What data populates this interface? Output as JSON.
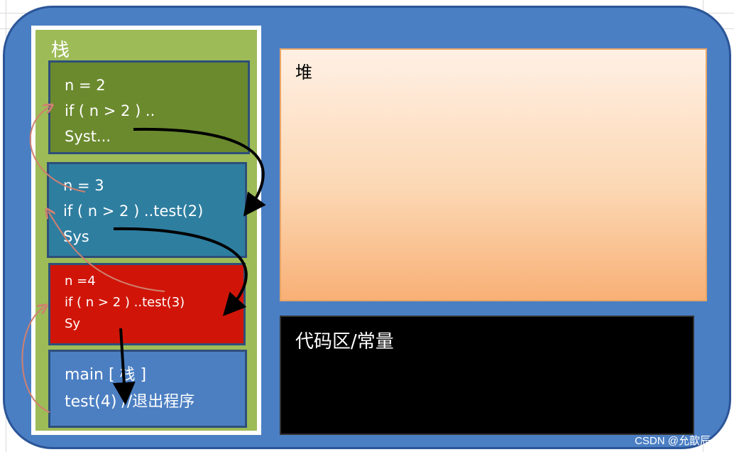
{
  "stack": {
    "label": "栈",
    "frames": [
      {
        "lines": [
          "n  = 2",
          "if ( n > 2 ) ..",
          "Syst..."
        ]
      },
      {
        "lines": [
          "n  = 3",
          "if ( n > 2 ) ..test(2)",
          "Sys"
        ]
      },
      {
        "lines": [
          "n  =4",
          "if ( n > 2 ) ..test(3)",
          "Sy"
        ]
      },
      {
        "lines": [
          "main [ 栈 ]",
          "test(4) //退出程序"
        ]
      }
    ]
  },
  "heap": {
    "label": "堆"
  },
  "code_area": {
    "label": "代码区/常量"
  },
  "watermark": "CSDN @允歆辰丶",
  "colors": {
    "outer": "#4b7fc4",
    "stack_bg": "#9dbb57",
    "frame_n2": "#6b8a2e",
    "frame_n3": "#2e7ea0",
    "frame_n4": "#d01508",
    "frame_main": "#4c7fc2",
    "code_area": "#000000"
  }
}
